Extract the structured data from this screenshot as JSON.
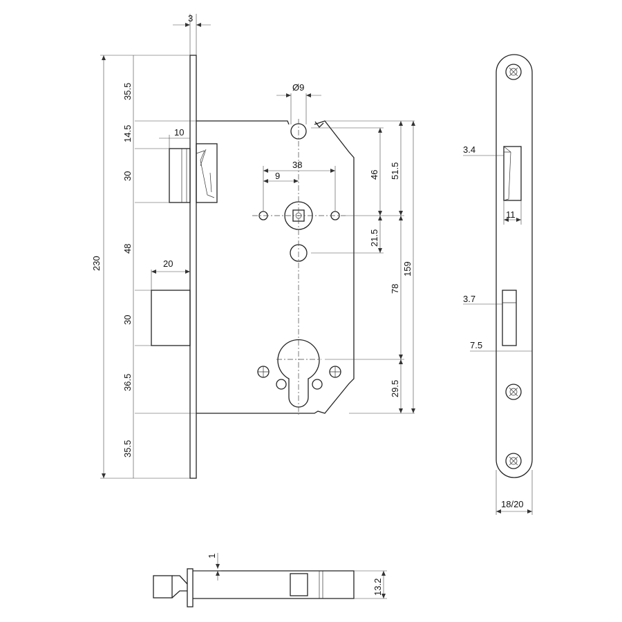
{
  "dimensions": {
    "faceplate_thickness": "3",
    "follower_diameter": "Ø9",
    "latch_offset": "10",
    "spindle_spacing": "38",
    "spindle_offset": "9",
    "total_height": "230",
    "top_margin": "35.5",
    "case_top_offset": "14.5",
    "latch_height": "30",
    "latch_to_bolt": "48",
    "bolt_width": "20",
    "bolt_height": "30",
    "bolt_to_case_bottom": "36.5",
    "bottom_margin": "35.5",
    "follower_to_spindle": "46",
    "top_to_spindle": "51.5",
    "spindle_to_hole": "21.5",
    "backset_distance": "78",
    "case_height": "159",
    "cylinder_to_bottom": "29.5",
    "strike_latch_depth": "3.4",
    "strike_latch_width": "11",
    "strike_bolt_depth": "3.7",
    "strike_bolt_offset": "7.5",
    "strike_width": "18/20",
    "bottom_plate": "1",
    "case_thickness": "13.2"
  }
}
